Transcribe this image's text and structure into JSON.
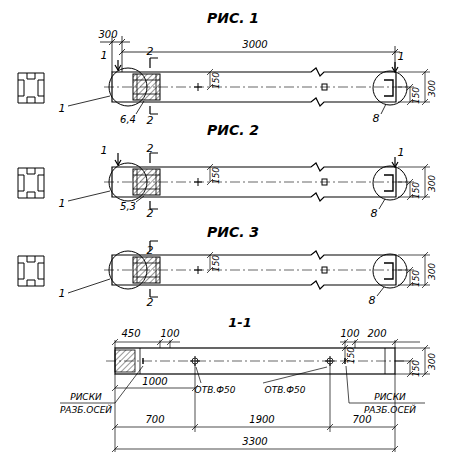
{
  "diagram": {
    "labels": [
      "РИС. 1",
      "300",
      "3000",
      "1",
      "2",
      "1",
      "150",
      "300",
      "150",
      "1",
      "6,4",
      "2",
      "8",
      "РИС. 2",
      "1",
      "2",
      "1",
      "150",
      "300",
      "150",
      "1",
      "5,3",
      "2",
      "8",
      "РИС. 3",
      "2",
      "150",
      "300",
      "150",
      "1",
      "2",
      "8",
      "1-1",
      "450",
      "100",
      "100",
      "200",
      "150",
      "300",
      "150",
      "1000",
      "РИСКИ",
      "РАЗБ.ОСЕЙ",
      "ОТВ.Ф50",
      "ОТВ.Ф50",
      "РИСКИ",
      "РАЗБ.ОСЕЙ",
      "700",
      "1900",
      "700",
      "3300"
    ]
  }
}
